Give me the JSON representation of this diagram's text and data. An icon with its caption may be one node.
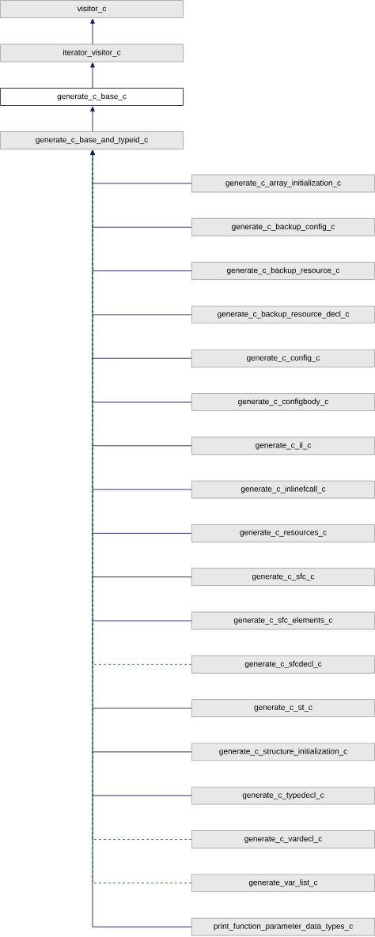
{
  "diagram": {
    "nodes": [
      {
        "text": [
          "visitor_c"
        ]
      },
      {
        "text": [
          "iterator_visitor_c"
        ]
      },
      {
        "text": [
          "generate_c_base_c"
        ]
      },
      {
        "text": [
          "generate_c_base_and_typeid_c"
        ]
      },
      {
        "text": [
          "generate_c_array_initialization_c"
        ]
      },
      {
        "text": [
          "generate_c_backup_config_c"
        ]
      },
      {
        "text": [
          "generate_c_backup_resource_c"
        ]
      },
      {
        "text": [
          "generate_c_backup_resource_decl_c"
        ]
      },
      {
        "text": [
          "generate_c_config_c"
        ]
      },
      {
        "text": [
          "generate_c_configbody_c"
        ]
      },
      {
        "text": [
          "generate_c_il_c"
        ]
      },
      {
        "text": [
          "generate_c_inlinefcall_c"
        ]
      },
      {
        "text": [
          "generate_c_resources_c"
        ]
      },
      {
        "text": [
          "generate_c_sfc_c"
        ]
      },
      {
        "text": [
          "generate_c_sfc_elements_c"
        ]
      },
      {
        "text": [
          "generate_c_sfcdecl_c"
        ]
      },
      {
        "text": [
          "generate_c_st_c"
        ]
      },
      {
        "text": [
          "generate_c_structure_initialization_c"
        ]
      },
      {
        "text": [
          "generate_c_typedecl_c"
        ]
      },
      {
        "text": [
          "generate_c_vardecl_c"
        ]
      },
      {
        "text": [
          "generate_var_list_c"
        ]
      },
      {
        "text": [
          "print_function_parameter_data_types_c"
        ]
      }
    ],
    "edges": [
      {
        "from": 1,
        "to": 0,
        "arrow": "to"
      },
      {
        "from": 2,
        "to": 1,
        "arrow": "to"
      },
      {
        "from": 3,
        "to": 2,
        "arrow": "to"
      },
      {
        "from": 4,
        "to": 3,
        "arrow": "to"
      },
      {
        "from": 5,
        "to": 3,
        "arrow": "to"
      },
      {
        "from": 6,
        "to": 3,
        "arrow": "to"
      },
      {
        "from": 7,
        "to": 3,
        "arrow": "to"
      },
      {
        "from": 8,
        "to": 3,
        "arrow": "to"
      },
      {
        "from": 9,
        "to": 3,
        "arrow": "to"
      },
      {
        "from": 10,
        "to": 3,
        "arrow": "to"
      },
      {
        "from": 11,
        "to": 3,
        "arrow": "to"
      },
      {
        "from": 12,
        "to": 3,
        "arrow": "to"
      },
      {
        "from": 13,
        "to": 3,
        "arrow": "to"
      },
      {
        "from": 14,
        "to": 3,
        "arrow": "to"
      },
      {
        "from": 15,
        "to": 3,
        "arrow": "to",
        "style": "dashed",
        "color": "#009900"
      },
      {
        "from": 16,
        "to": 3,
        "arrow": "to"
      },
      {
        "from": 17,
        "to": 3,
        "arrow": "to"
      },
      {
        "from": 18,
        "to": 3,
        "arrow": "to"
      },
      {
        "from": 19,
        "to": 3,
        "arrow": "to",
        "style": "dashed",
        "color": "#009900"
      },
      {
        "from": 20,
        "to": 3,
        "arrow": "to",
        "style": "dashed",
        "color": "#009900"
      },
      {
        "from": 21,
        "to": 3,
        "arrow": "to"
      }
    ]
  }
}
